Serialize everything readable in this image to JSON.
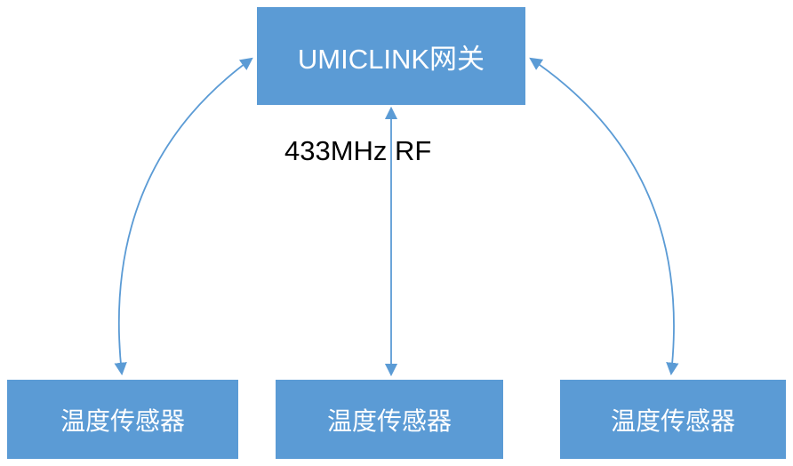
{
  "colors": {
    "background": "#FFFFFF",
    "box-fill": "#5B9BD5",
    "box-text": "#FFFFFF",
    "arrow": "#5B9BD5",
    "rf-text": "#000000"
  },
  "gateway": {
    "label": "UMICLINK网关"
  },
  "rf_label": "433MHz RF",
  "sensors": [
    {
      "label": "温度传感器"
    },
    {
      "label": "温度传感器"
    },
    {
      "label": "温度传感器"
    }
  ]
}
